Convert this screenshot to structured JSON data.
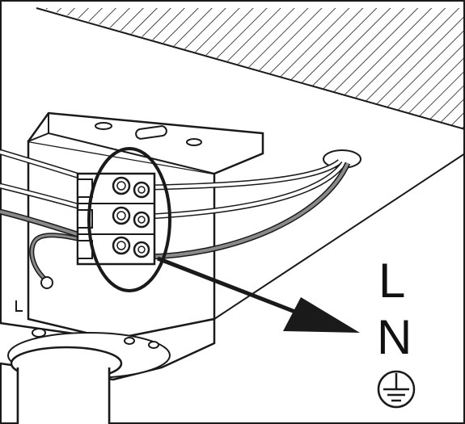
{
  "labels": {
    "live": "L",
    "neutral": "N"
  },
  "icons": {
    "earth": "protective-earth-symbol"
  },
  "colors": {
    "line": "#1a1a1a",
    "wire_grey": "#8a8a8a",
    "background": "#ffffff"
  }
}
